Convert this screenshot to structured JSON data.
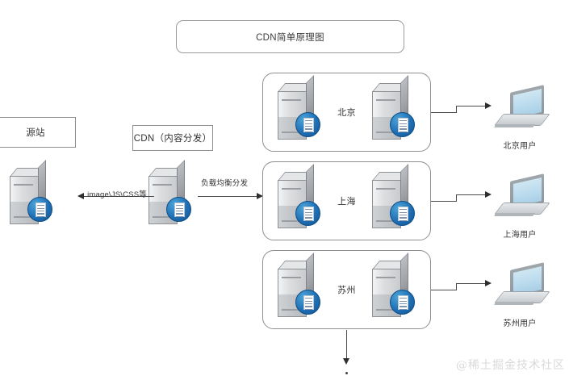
{
  "diagram": {
    "title": "CDN简单原理图",
    "watermark": "@稀土掘金技术社区",
    "origin_box": {
      "label": "源站"
    },
    "cdn_box": {
      "label": "CDN（内容分发）"
    },
    "edges": {
      "origin_pull_label": "image\\JS\\CSS等",
      "load_balance_label": "负载均衡分发"
    },
    "regions": [
      {
        "label": "北京",
        "servers": 2
      },
      {
        "label": "上海",
        "servers": 2
      },
      {
        "label": "苏州",
        "servers": 2
      }
    ],
    "users": [
      {
        "label": "北京用户"
      },
      {
        "label": "上海用户"
      },
      {
        "label": "苏州用户"
      }
    ],
    "icons": {
      "server": "server-tower-icon",
      "laptop": "laptop-icon"
    },
    "colors": {
      "stroke": "#8f8f8f",
      "arrow": "#2e2e2e",
      "text": "#333333",
      "server_badge": "#1f6fb5",
      "laptop_screen": "#bcdcee",
      "watermark": "#d9d9d9"
    }
  }
}
